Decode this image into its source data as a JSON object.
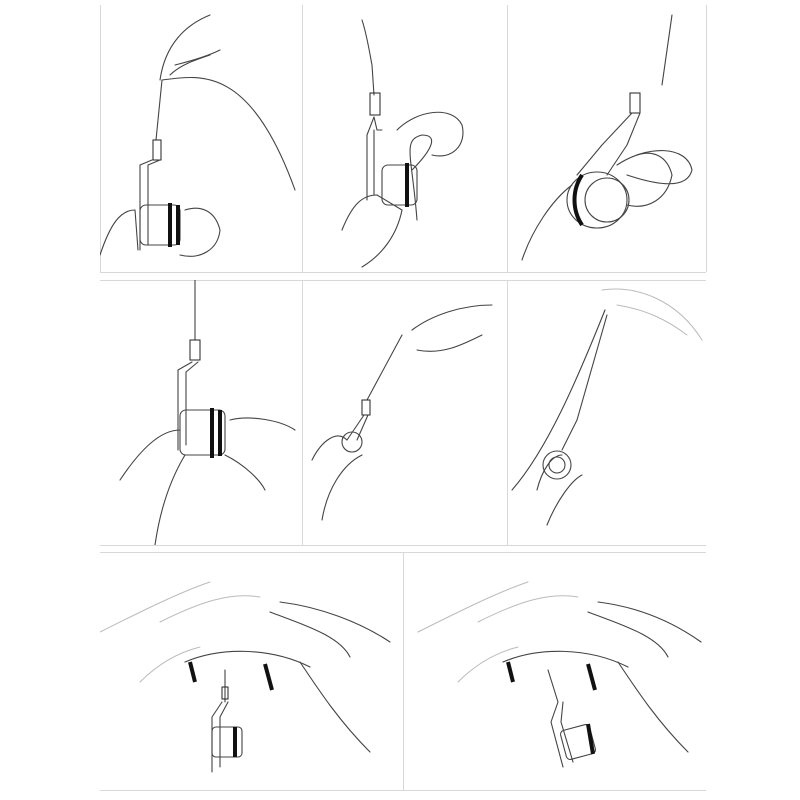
{
  "colors": {
    "line": "#444444",
    "divider": "#d8d8d8",
    "background": "#ffffff"
  },
  "panels": [
    {
      "icon": "hand-holding-needle-threader-illustration"
    },
    {
      "icon": "hand-looping-wire-illustration"
    },
    {
      "icon": "hand-wrapping-wire-illustration"
    },
    {
      "icon": "hands-holding-threader-illustration"
    },
    {
      "icon": "hand-pulling-wire-illustration"
    },
    {
      "icon": "hand-pulling-wire-taut-illustration"
    },
    {
      "icon": "fingers-holding-loop-illustration"
    },
    {
      "icon": "fingers-holding-loop-angled-illustration"
    }
  ]
}
